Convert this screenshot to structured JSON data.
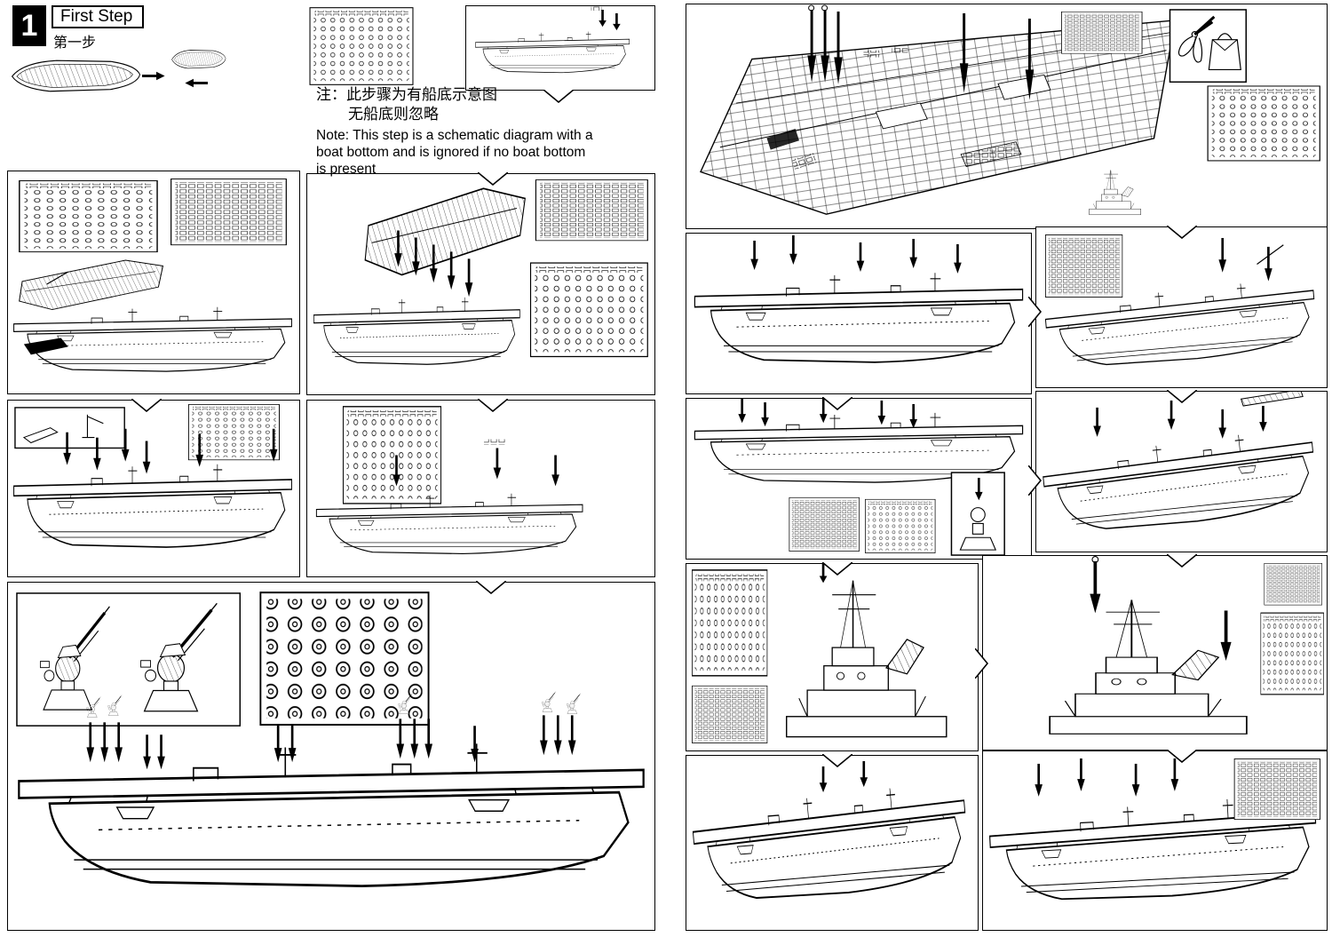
{
  "document": {
    "step_number": "1",
    "step_title_en": "First Step",
    "step_title_zh": "第一步",
    "note_zh_line1": "注：此步骤为有船底示意图",
    "note_zh_line2": "无船底则忽略",
    "note_en": "Note: This step is a schematic diagram with a boat bottom and is ignored if no boat bottom is present"
  },
  "colors": {
    "ink": "#000000",
    "paper": "#ffffff"
  }
}
